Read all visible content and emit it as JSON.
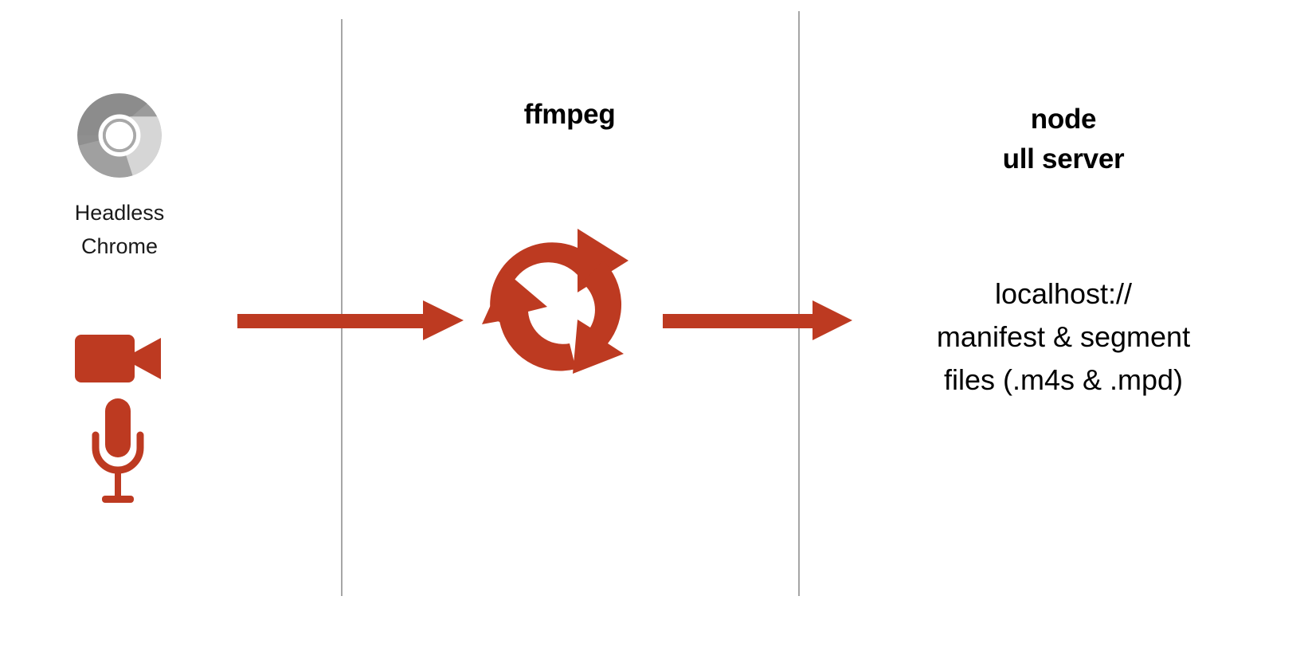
{
  "diagram": {
    "title": "Headless Chrome to ffmpeg to node ull server pipeline",
    "colors": {
      "accent_red": "#bd3a21",
      "divider_gray": "#a6a6a6",
      "text_black": "#000000",
      "chromium_dark_gray": "#8c8c8c",
      "chromium_mid_gray": "#9e9e9e",
      "chromium_light_gray": "#d4d4d4",
      "background": "#ffffff"
    },
    "source": {
      "logo_icon": "chromium-logo-icon",
      "label": "Headless\nChrome",
      "capture_icons": [
        {
          "name": "video-camera-icon",
          "label": "video camera"
        },
        {
          "name": "microphone-icon",
          "label": "microphone"
        }
      ]
    },
    "arrows": [
      {
        "name": "arrow-source-to-ffmpeg",
        "direction": "right"
      },
      {
        "name": "arrow-ffmpeg-to-server",
        "direction": "right"
      }
    ],
    "transcoder": {
      "title": "ffmpeg",
      "icon": "recycle-sync-arrows-icon"
    },
    "server": {
      "title": "node\null server",
      "body": "localhost://\nmanifest & segment\nfiles (.m4s & .mpd)"
    }
  }
}
